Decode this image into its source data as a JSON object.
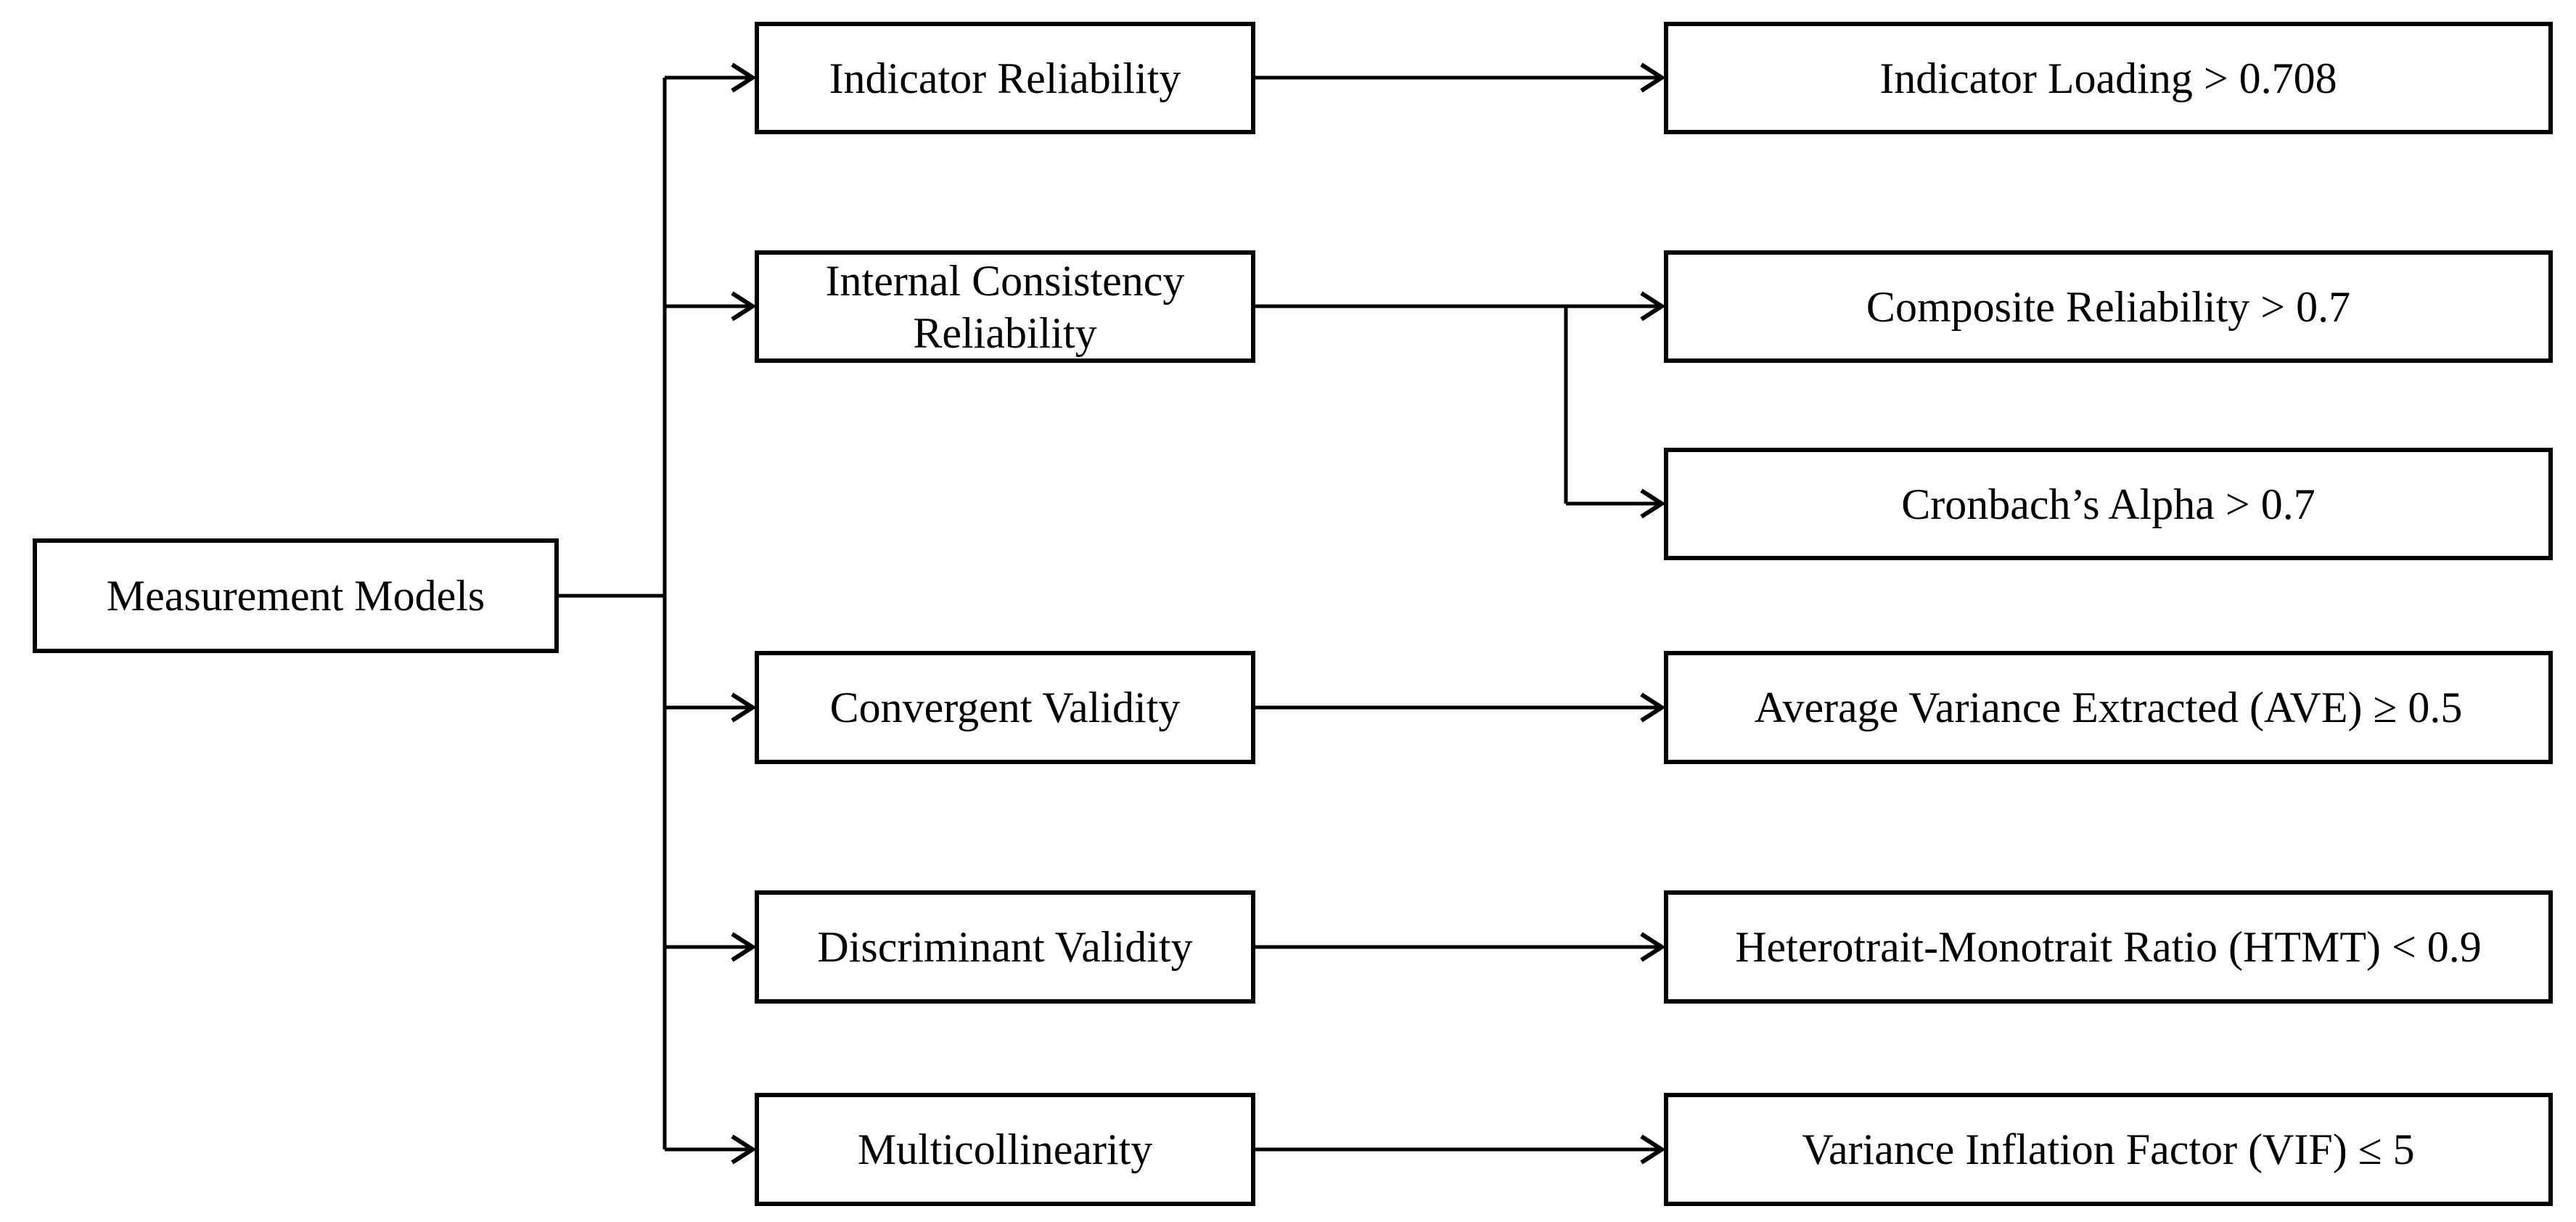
{
  "diagram": {
    "root": {
      "label": "Measurement Models"
    },
    "criteria": [
      {
        "label": "Indicator Reliability",
        "thresholds": [
          "Indicator Loading > 0.708"
        ]
      },
      {
        "label": "Internal Consistency Reliability",
        "thresholds": [
          "Composite Reliability > 0.7",
          "Cronbach’s Alpha > 0.7"
        ]
      },
      {
        "label": "Convergent Validity",
        "thresholds": [
          "Average Variance Extracted (AVE) ≥ 0.5"
        ]
      },
      {
        "label": "Discriminant Validity",
        "thresholds": [
          "Heterotrait-Monotrait Ratio (HTMT) < 0.9"
        ]
      },
      {
        "label": "Multicollinearity",
        "thresholds": [
          "Variance Inflation Factor (VIF) ≤ 5"
        ]
      }
    ],
    "colors": {
      "line": "#000000",
      "box_background": "#ffffff",
      "text": "#000000"
    }
  }
}
